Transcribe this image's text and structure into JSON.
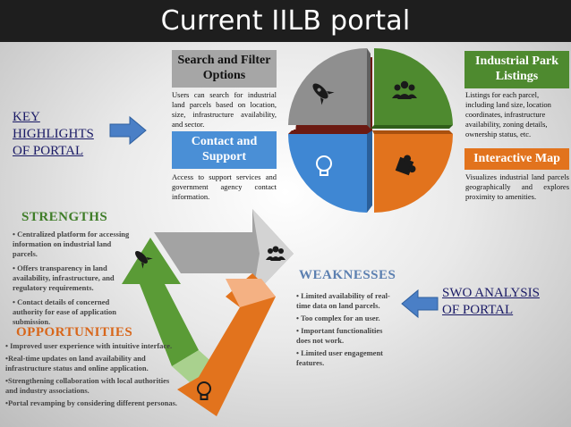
{
  "title": "Current IILB portal",
  "key_highlights": "KEY HIGHLIGHTS OF PORTAL",
  "key_highlights_lines": [
    "KEY",
    "HIGHLIGHTS",
    "OF PORTAL"
  ],
  "features": {
    "search": {
      "title": "Search and Filter Options",
      "desc": "Users can search for industrial land parcels based on location, size, infrastructure availability, and sector."
    },
    "contact": {
      "title": "Contact and Support",
      "desc": "Access to support services and government agency contact information."
    },
    "listings": {
      "title": "Industrial Park Listings",
      "desc": "Listings for each parcel, including land size, location coordinates, infrastructure availability, zoning details, ownership status, etc."
    },
    "map": {
      "title": "Interactive Map",
      "desc": "Visualizes industrial land parcels geographically and explores proximity to amenities."
    }
  },
  "swot_link": "SWO ANALYSIS OF PORTAL",
  "swot_link_lines": [
    "SWO ANALYSIS",
    "OF PORTAL"
  ],
  "strengths": {
    "heading": "STRENGTHS",
    "items": [
      "• Centralized platform for accessing information on industrial land parcels.",
      "• Offers transparency in land availability, infrastructure, and regulatory requirements.",
      "• Contact details of concerned authority for ease of application submission."
    ]
  },
  "weaknesses": {
    "heading": "WEAKNESSES",
    "items": [
      "• Limited availability of real-time data on land parcels.",
      "• Too complex for an user.",
      "• Important functionalities does not work.",
      " • Limited user engagement features."
    ]
  },
  "opportunities": {
    "heading": "OPPORTUNITIES",
    "items": [
      "• Improved user experience with intuitive interface.",
      "•Real-time updates on land availability and infrastructure status and online application.",
      "•Strengthening collaboration with local authorities and industry associations.",
      "•Portal revamping by considering different personas."
    ]
  },
  "icons": {
    "quad_gray": "rocket-icon",
    "quad_green": "people-icon",
    "quad_blue": "lightbulb-icon",
    "quad_orange": "puzzle-icon"
  },
  "colors": {
    "gray": "#8c8c8c",
    "green": "#4e8a2f",
    "blue": "#3f87d3",
    "orange": "#e2731d",
    "dark_red": "#6b1a12",
    "arrow_blue": "#4a7fc6"
  }
}
